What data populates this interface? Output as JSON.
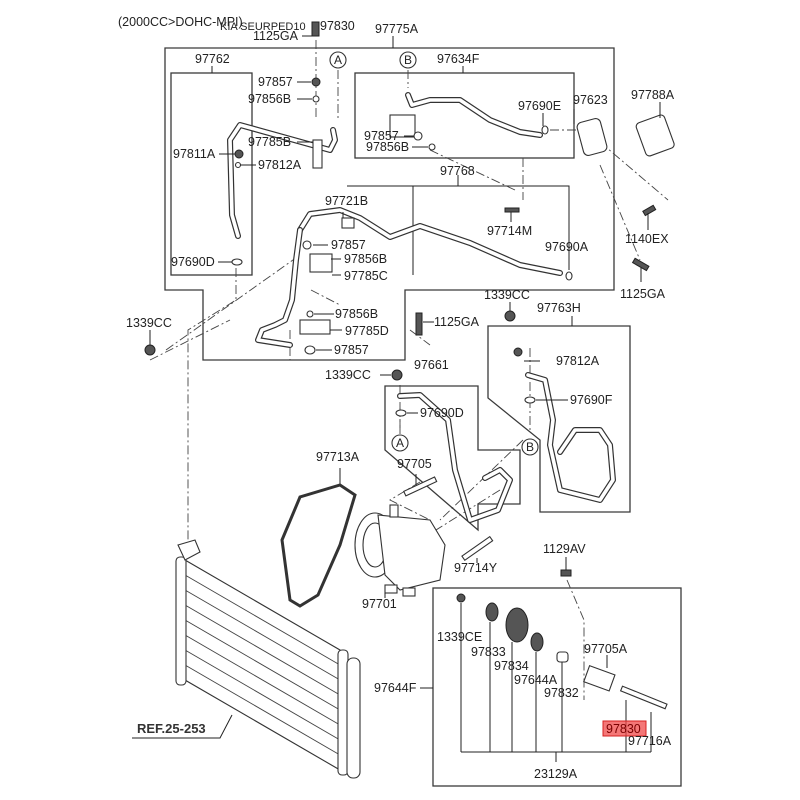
{
  "diagram": {
    "header_note": "(2000CC>DOHC-MPI)",
    "overlay_text": "KIA SEURPED10",
    "highlight_color": "#f04a4a",
    "highlighted_part": "97830",
    "reference": "REF.25-253",
    "callouts": {
      "a": "A",
      "b": "B"
    },
    "labels": {
      "p97830_top": "97830",
      "p1125GA_top": "1125GA",
      "p97775A": "97775A",
      "p97762": "97762",
      "p97857_a": "97857",
      "p97856B_a": "97856B",
      "p97785B": "97785B",
      "p97811A": "97811A",
      "p97812A_a": "97812A",
      "p97690D_a": "97690D",
      "p97634F": "97634F",
      "p97690E": "97690E",
      "p97623": "97623",
      "p97857_b": "97857",
      "p97856B_b": "97856B",
      "p97788A": "97788A",
      "p1140EX": "1140EX",
      "p1125GA_right": "1125GA",
      "p97768": "97768",
      "p97721B": "97721B",
      "p97714M": "97714M",
      "p97690A": "97690A",
      "p97857_c": "97857",
      "p97856B_c": "97856B",
      "p97785C": "97785C",
      "p97856B_d": "97856B",
      "p97785D": "97785D",
      "p97857_d": "97857",
      "p1125GA_mid": "1125GA",
      "p1339CC_left": "1339CC",
      "p1339CC_mid": "1339CC",
      "p97661": "97661",
      "p97690D_b": "97690D",
      "p1339CC_right": "1339CC",
      "p97763H": "97763H",
      "p97812A_b": "97812A",
      "p97690F": "97690F",
      "p97713A": "97713A",
      "p97705": "97705",
      "p97714Y": "97714Y",
      "p97701": "97701",
      "p1129AV": "1129AV",
      "p1339CE": "1339CE",
      "p97833": "97833",
      "p97834": "97834",
      "p97644A": "97644A",
      "p97832": "97832",
      "p97705A": "97705A",
      "p97830": "97830",
      "p97716A": "97716A",
      "p97644F": "97644F",
      "p23129A": "23129A"
    }
  }
}
